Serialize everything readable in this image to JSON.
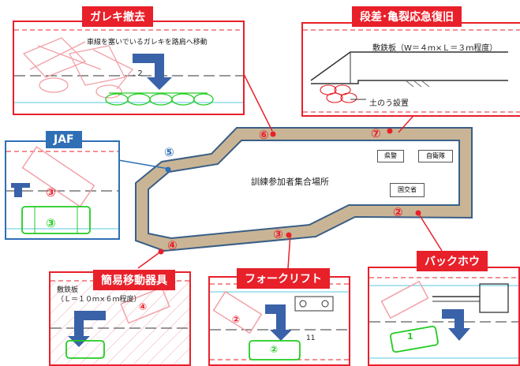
{
  "panels": {
    "rubble": {
      "title": "ガレキ撤去",
      "caption": "車線を塞いでいるガレキを路肩へ移動",
      "mark": ". 2"
    },
    "repair": {
      "title": "段差･亀裂応急復旧",
      "plate": "敷鉄板（W＝４ｍ×Ｌ＝３ｍ程度）",
      "sandbag": "土のう設置"
    },
    "jaf": {
      "title": "JAF",
      "car1": "③",
      "car2": "③"
    },
    "mover": {
      "title": "簡易移動器具",
      "plate_line1": "敷鉄板",
      "plate_line2": "（Ｌ＝１０ｍ×６ｍ程度）",
      "car": "④"
    },
    "forklift": {
      "title": "フォークリフト",
      "car1": "②",
      "car2": "②",
      "mark": "11"
    },
    "backhoe": {
      "title": "バックホウ",
      "car": "1"
    }
  },
  "site": {
    "assembly": "訓練参加者集合場所",
    "boxes": [
      "県警",
      "自衛隊",
      "国交省"
    ]
  },
  "markers": [
    "⑤",
    "⑥",
    "⑦",
    "②",
    "③",
    "④"
  ],
  "colors": {
    "red": "#e8202a",
    "blue": "#2f6fb5",
    "road": "#c9b596",
    "green": "#22cc22",
    "pink": "#f2b8c0",
    "arrow": "#3a62a8"
  }
}
